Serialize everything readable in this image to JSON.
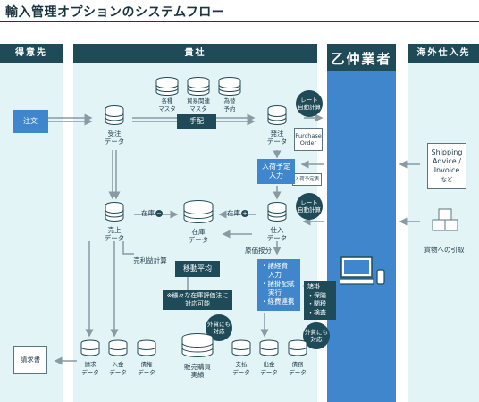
{
  "title": "輸入管理オプションのシステムフロー",
  "columns": {
    "customer": "得意先",
    "company": "貴社",
    "vendor": "乙仲業者",
    "overseas": "海外仕入先"
  },
  "customer": {
    "order": "注文",
    "invoice": "請求書"
  },
  "masters": {
    "m1": [
      "各種",
      "マスタ"
    ],
    "m2": [
      "貿易関連",
      "マスタ"
    ],
    "m3": [
      "為替",
      "予約"
    ],
    "arrange": "手配"
  },
  "nodes": {
    "juchu": [
      "受注",
      "データ"
    ],
    "hatchu": [
      "発注",
      "データ"
    ],
    "uriage": [
      "売上",
      "データ"
    ],
    "zaiko": [
      "在庫",
      "データ"
    ],
    "shiire": [
      "仕入",
      "データ"
    ]
  },
  "arrows": {
    "zaiko_minus": "在庫",
    "zaiko_plus": "在庫"
  },
  "badges": {
    "rate_auto_1": [
      "レート",
      "自動計算"
    ],
    "rate_auto_2": [
      "レート",
      "自動計算"
    ],
    "fx_1": [
      "外貨にも",
      "対応"
    ],
    "fx_2": [
      "外貨にも",
      "対応"
    ]
  },
  "docs": {
    "purchase_order": [
      "Purchase",
      "Order"
    ],
    "arrival_table": "入荷予定表",
    "shipping": [
      "Shipping",
      "Advice /",
      "Invoice",
      "など"
    ]
  },
  "boxes": {
    "arrival_input": [
      "入荷予定",
      "入力"
    ],
    "profit_calc": "売利益計算",
    "moving_avg": "移動平均",
    "valuation": [
      "※様々な在庫評価法に",
      "対応可能"
    ],
    "cost_alloc": "原価按分",
    "expense_list": [
      "・諸経費",
      "入力",
      "・諸掛配賦",
      "実行",
      "・経費連携"
    ],
    "vendor_costs": [
      "諸掛",
      "・保険",
      "・関税",
      "・検査"
    ],
    "sales_purchase": [
      "販売購買",
      "実績"
    ]
  },
  "goods_pickup": "貨物への引取",
  "bottom_data": {
    "b1": [
      "請求",
      "データ"
    ],
    "b2": [
      "入金",
      "データ"
    ],
    "b3": [
      "債権",
      "データ"
    ],
    "b4": [
      "支払",
      "データ"
    ],
    "b5": [
      "出金",
      "データ"
    ],
    "b6": [
      "債務",
      "データ"
    ]
  }
}
